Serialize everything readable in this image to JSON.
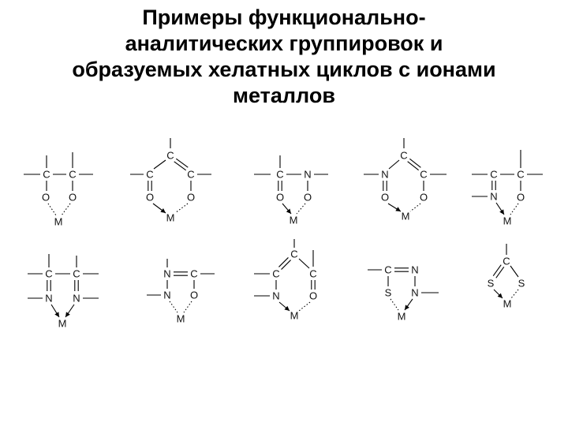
{
  "title": {
    "lines": [
      "Примеры функционально-",
      "аналитических группировок и",
      "образуемых хелатных циклов с ионами",
      "металлов"
    ]
  },
  "atoms": {
    "C": "C",
    "N": "N",
    "O": "O",
    "S": "S",
    "M": "M"
  },
  "diagrams": [
    {
      "name": "chelate-structure-1"
    },
    {
      "name": "chelate-structure-2"
    },
    {
      "name": "chelate-structure-3"
    },
    {
      "name": "chelate-structure-4"
    },
    {
      "name": "chelate-structure-5"
    },
    {
      "name": "chelate-structure-6"
    },
    {
      "name": "chelate-structure-7"
    },
    {
      "name": "chelate-structure-8"
    },
    {
      "name": "chelate-structure-9"
    },
    {
      "name": "chelate-structure-10"
    }
  ],
  "colors": {
    "background": "#ffffff",
    "ink": "#000000"
  }
}
